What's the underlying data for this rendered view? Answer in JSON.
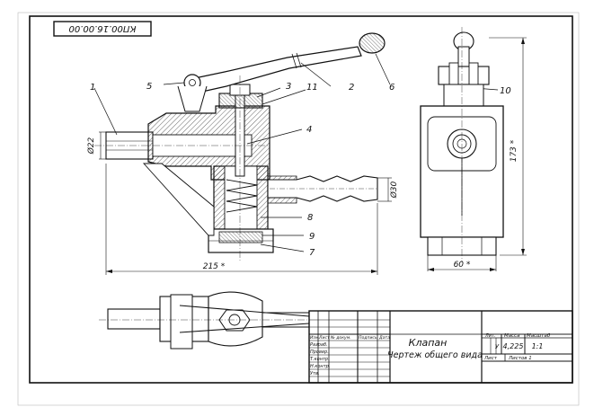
{
  "designation": "КП00.16.00.00",
  "labels": {
    "callout_1": "1",
    "callout_2": "2",
    "callout_3": "3",
    "callout_4": "4",
    "callout_5": "5",
    "callout_6": "6",
    "callout_7": "7",
    "callout_8": "8",
    "callout_9": "9",
    "callout_10": "10",
    "callout_11": "11"
  },
  "dimensions": {
    "d22": "Ø22",
    "d30": "Ø30",
    "len215": "215 *",
    "w60": "60 *",
    "h173": "173 *"
  },
  "title_block": {
    "name_line1": "Клапан",
    "name_line2": "Чертеж общего вида",
    "col_lit": "Лит.",
    "col_mass": "Масса",
    "col_scale": "Масштаб",
    "lit_value": "У",
    "mass_value": "4,225",
    "scale_value": "1:1",
    "sheet": "Лист",
    "sheets": "Листов 1",
    "hdr_izm": "Изм.",
    "hdr_list": "Лист",
    "hdr_ndok": "№ докум.",
    "hdr_podp": "Подпись",
    "hdr_data": "Дата",
    "role_razrab": "Разраб.",
    "role_prov": "Провер.",
    "role_tkontr": "Т.контр.",
    "role_nkontr": "Н.контр.",
    "role_utv": "Утв."
  }
}
